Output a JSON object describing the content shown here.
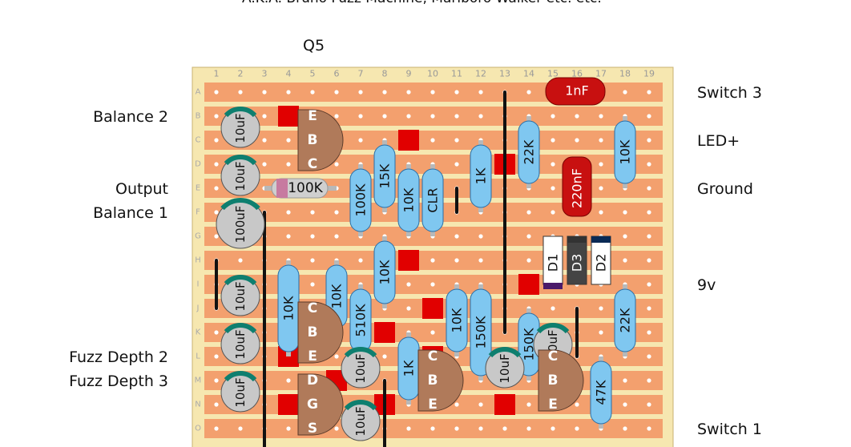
{
  "header": {
    "subtitle": "A.K.A. Bruno Fuzz Machine, Marlboro Walker etc. etc."
  },
  "top_label": "Q5",
  "board": {
    "columns": [
      "1",
      "2",
      "3",
      "4",
      "5",
      "6",
      "7",
      "8",
      "9",
      "10",
      "11",
      "12",
      "13",
      "14",
      "15",
      "16",
      "17",
      "18",
      "19"
    ],
    "rows": [
      "A",
      "B",
      "C",
      "D",
      "E",
      "F",
      "G",
      "H",
      "I",
      "J",
      "K",
      "L",
      "M",
      "N",
      "O"
    ],
    "colors": {
      "board": "#f6e7b0",
      "strip": "#f3a06e",
      "hole": "#ffffff",
      "cut": "#e10000",
      "resistor": "#7fc7f0",
      "resistor_stroke": "#2a6ea6",
      "wire": "#111111",
      "cap_electrolytic": "#c8c8c8",
      "cap_band": "#0e7f6f",
      "transistor": "#b07a5a",
      "cap_film": "#c81010",
      "diode": "#ffffff"
    }
  },
  "left_labels": {
    "balance2": "Balance 2",
    "output": "Output",
    "balance1": "Balance 1",
    "fuzz_depth2": "Fuzz Depth 2",
    "fuzz_depth3": "Fuzz Depth 3"
  },
  "right_labels": {
    "switch3": "Switch 3",
    "led": "LED+",
    "ground": "Ground",
    "nine_v": "9v",
    "switch1": "Switch 1"
  },
  "components": {
    "electrolytic_caps": [
      {
        "label": "10uF"
      },
      {
        "label": "10uF"
      },
      {
        "label": "100uF"
      },
      {
        "label": "10uF"
      },
      {
        "label": "10uF"
      },
      {
        "label": "10uF"
      },
      {
        "label": "10uF"
      },
      {
        "label": "10uF"
      },
      {
        "label": "10uF"
      },
      {
        "label": "10uF"
      }
    ],
    "resistors": [
      {
        "label": "100K"
      },
      {
        "label": "100K"
      },
      {
        "label": "15K"
      },
      {
        "label": "10K"
      },
      {
        "label": "CLR"
      },
      {
        "label": "1K"
      },
      {
        "label": "22K"
      },
      {
        "label": "10K"
      },
      {
        "label": "10K"
      },
      {
        "label": "10K"
      },
      {
        "label": "510K"
      },
      {
        "label": "10K"
      },
      {
        "label": "1K"
      },
      {
        "label": "10K"
      },
      {
        "label": "150K"
      },
      {
        "label": "150K"
      },
      {
        "label": "22K"
      },
      {
        "label": "47K"
      }
    ],
    "film_caps": [
      {
        "label": "1nF"
      },
      {
        "label": "220nF"
      }
    ],
    "diodes": [
      {
        "label": "D1"
      },
      {
        "label": "D3"
      },
      {
        "label": "D2"
      }
    ],
    "transistors": [
      {
        "pins": [
          "E",
          "B",
          "C"
        ]
      },
      {
        "pins": [
          "C",
          "B",
          "E"
        ]
      },
      {
        "pins": [
          "D",
          "G",
          "S"
        ]
      },
      {
        "pins": [
          "C",
          "B",
          "E"
        ]
      },
      {
        "pins": [
          "C",
          "B",
          "E"
        ]
      }
    ]
  }
}
